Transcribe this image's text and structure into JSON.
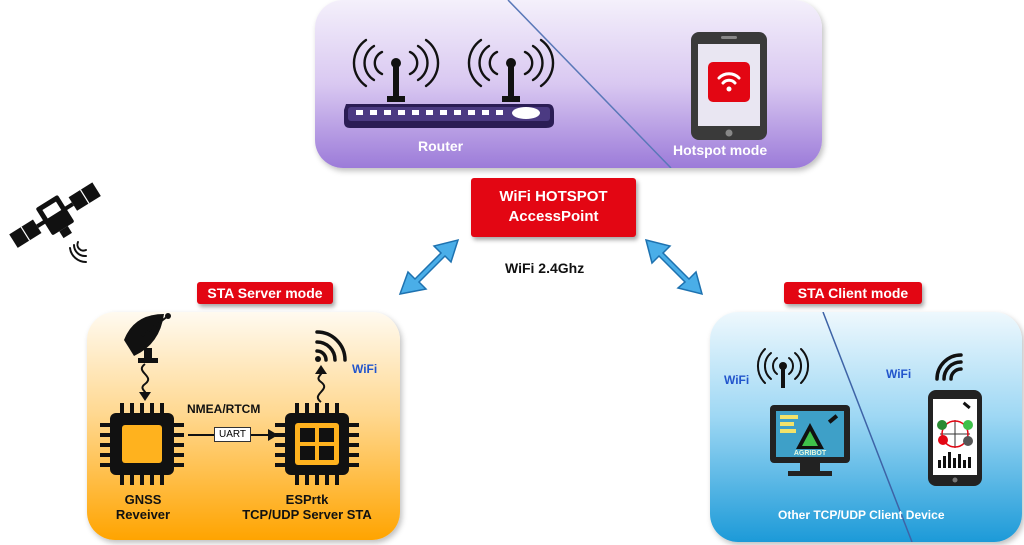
{
  "access_point": {
    "line1": "WiFi HOTSPOT",
    "line2": "AccessPoint",
    "band": "WiFi 2.4Ghz"
  },
  "top_panel": {
    "router_label": "Router",
    "hotspot_label": "Hotspot mode"
  },
  "server_panel": {
    "mode_label": "STA Server mode",
    "wifi_label": "WiFi",
    "protocol_label": "NMEA/RTCM",
    "link_label": "UART",
    "gnss_line1": "GNSS",
    "gnss_line2": "Reveiver",
    "esp_line1": "ESPrtk",
    "esp_line2": "TCP/UDP Server STA"
  },
  "client_panel": {
    "mode_label": "STA Client mode",
    "wifi_left": "WiFi",
    "wifi_right": "WiFi",
    "monitor_brand": "AGRIBOT",
    "device_label": "Other TCP/UDP Client Device"
  },
  "colors": {
    "red": "#e30613",
    "arrow_blue": "#4aaee8",
    "purple": "#9c7bd9",
    "orange": "#ffa400",
    "sky": "#1c9ad8"
  }
}
